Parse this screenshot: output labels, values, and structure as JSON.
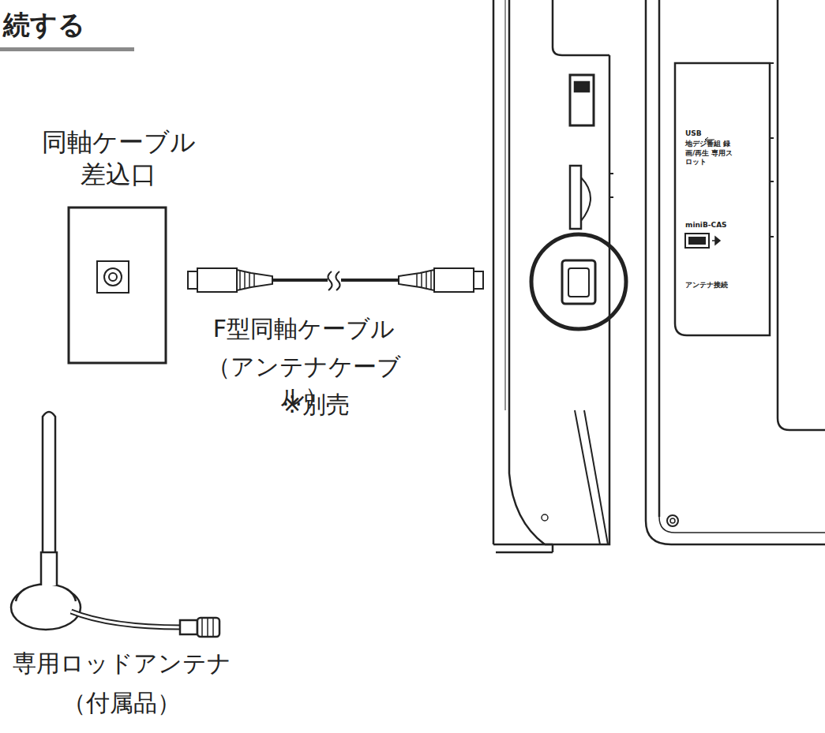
{
  "diagram": {
    "title": "続する",
    "labels": [
      "同軸ケーブル 差込口",
      "F型同軸ケーブル",
      "（アンテナケーブル）",
      "※別売",
      "専用ロッドアンテナ",
      "（付属品）",
      "USB",
      "地デジ番組 録画/再生 専用スロット",
      "miniB-CAS",
      "アンテナ接続"
    ]
  }
}
